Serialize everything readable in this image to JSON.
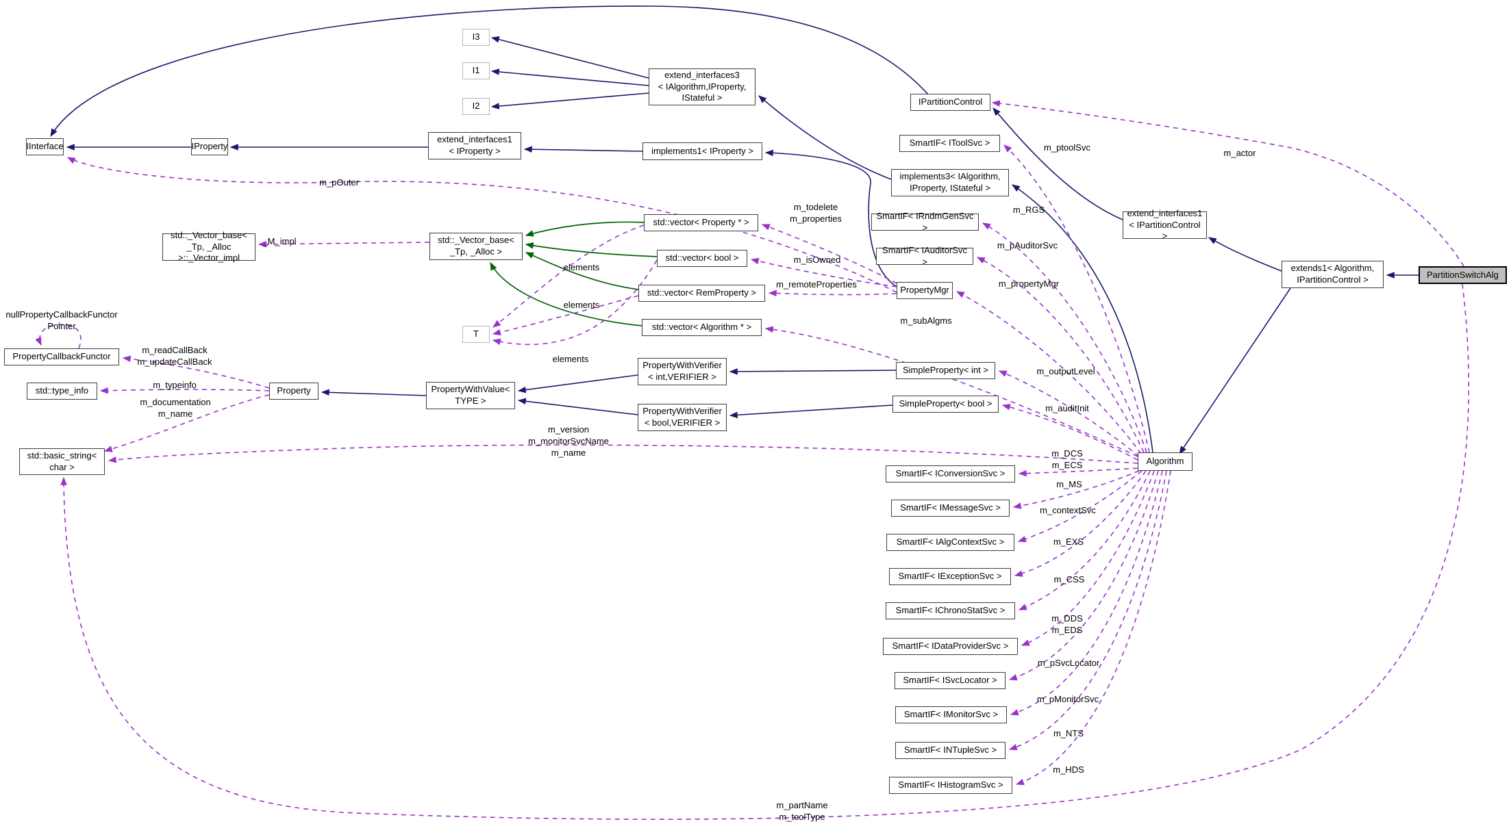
{
  "diagram": {
    "type": "doxygen-collaboration-graph",
    "highlighted_node": "PartitionSwitchAlg",
    "colors": {
      "inheritance_edge": "#191970",
      "usage_edge": "#9a32cd",
      "template_edge": "#006400",
      "node_fill": "#ffffff",
      "node_border": "#3c3c3c",
      "secondary_node_border": "#b4b4b4",
      "highlight_fill": "#bfbfbf"
    },
    "nodes": [
      {
        "id": "iinterface",
        "label": "IInterface"
      },
      {
        "id": "iproperty",
        "label": "IProperty"
      },
      {
        "id": "extend-interfaces1-iproperty",
        "label": "extend_interfaces1\n< IProperty >"
      },
      {
        "id": "implements1-iproperty",
        "label": "implements1< IProperty >"
      },
      {
        "id": "i3",
        "label": "I3"
      },
      {
        "id": "i1",
        "label": "I1"
      },
      {
        "id": "i2",
        "label": "I2"
      },
      {
        "id": "extend-interfaces3",
        "label": "extend_interfaces3\n< IAlgorithm,IProperty,\nIStateful >"
      },
      {
        "id": "ipartitioncontrol",
        "label": "IPartitionControl"
      },
      {
        "id": "smartif-itoolsvc",
        "label": "SmartIF< IToolSvc >"
      },
      {
        "id": "implements3",
        "label": "implements3< IAlgorithm,\nIProperty, IStateful >"
      },
      {
        "id": "smartif-irndmgensvc",
        "label": "SmartIF< IRndmGenSvc >"
      },
      {
        "id": "smartif-iauditorsvc",
        "label": "SmartIF< IAuditorSvc >"
      },
      {
        "id": "propertymgr",
        "label": "PropertyMgr"
      },
      {
        "id": "extend-interfaces1-ipartitioncontrol",
        "label": "extend_interfaces1\n< IPartitionControl >"
      },
      {
        "id": "extends1",
        "label": "extends1< Algorithm,\nIPartitionControl >"
      },
      {
        "id": "partitionswitchalg",
        "label": "PartitionSwitchAlg"
      },
      {
        "id": "vector-base-impl",
        "label": "std::_Vector_base<\n_Tp, _Alloc >::_Vector_impl"
      },
      {
        "id": "vector-base",
        "label": "std::_Vector_base<\n_Tp, _Alloc >"
      },
      {
        "id": "vector-property",
        "label": "std::vector< Property * >"
      },
      {
        "id": "vector-bool",
        "label": "std::vector< bool >"
      },
      {
        "id": "vector-remproperty",
        "label": "std::vector< RemProperty >"
      },
      {
        "id": "vector-algorithm",
        "label": "std::vector< Algorithm * >"
      },
      {
        "id": "t",
        "label": "T"
      },
      {
        "id": "propertycallbackfunctor",
        "label": "PropertyCallbackFunctor"
      },
      {
        "id": "type-info",
        "label": "std::type_info"
      },
      {
        "id": "property",
        "label": "Property"
      },
      {
        "id": "basic-string",
        "label": "std::basic_string<\nchar >"
      },
      {
        "id": "propertywithvalue",
        "label": "PropertyWithValue<\nTYPE >"
      },
      {
        "id": "propertywithverifier-int",
        "label": "PropertyWithVerifier\n< int,VERIFIER >"
      },
      {
        "id": "propertywithverifier-bool",
        "label": "PropertyWithVerifier\n< bool,VERIFIER >"
      },
      {
        "id": "simpleproperty-int",
        "label": "SimpleProperty< int >"
      },
      {
        "id": "simpleproperty-bool",
        "label": "SimpleProperty< bool >"
      },
      {
        "id": "algorithm",
        "label": "Algorithm"
      },
      {
        "id": "smartif-iconversionsvc",
        "label": "SmartIF< IConversionSvc >"
      },
      {
        "id": "smartif-imessagesvc",
        "label": "SmartIF< IMessageSvc >"
      },
      {
        "id": "smartif-ialgcontextsvc",
        "label": "SmartIF< IAlgContextSvc >"
      },
      {
        "id": "smartif-iexceptionsvc",
        "label": "SmartIF< IExceptionSvc >"
      },
      {
        "id": "smartif-ichronostatsvc",
        "label": "SmartIF< IChronoStatSvc >"
      },
      {
        "id": "smartif-idataprovidersvc",
        "label": "SmartIF< IDataProviderSvc >"
      },
      {
        "id": "smartif-isvclocator",
        "label": "SmartIF< ISvcLocator >"
      },
      {
        "id": "smartif-imonitorsvc",
        "label": "SmartIF< IMonitorSvc >"
      },
      {
        "id": "smartif-intuplesvc",
        "label": "SmartIF< INTupleSvc >"
      },
      {
        "id": "smartif-ihistogramsvc",
        "label": "SmartIF< IHistogramSvc >"
      }
    ],
    "edge_labels": [
      {
        "text": "m_pOuter"
      },
      {
        "text": "_M_impl"
      },
      {
        "text": "m_todelete\nm_properties"
      },
      {
        "text": "m_isOwned"
      },
      {
        "text": "m_remoteProperties"
      },
      {
        "text": "m_subAlgms"
      },
      {
        "text": "m_ptoolSvc"
      },
      {
        "text": "m_RGS"
      },
      {
        "text": "m_pAuditorSvc"
      },
      {
        "text": "m_propertyMgr"
      },
      {
        "text": "m_actor"
      },
      {
        "text": "m_outputLevel"
      },
      {
        "text": "m_auditInit"
      },
      {
        "text": "m_version\nm_monitorSvcName\nm_name"
      },
      {
        "text": "m_readCallBack\nm_updateCallBack"
      },
      {
        "text": "m_typeinfo"
      },
      {
        "text": "m_documentation\nm_name"
      },
      {
        "text": "m_DCS\nm_ECS"
      },
      {
        "text": "m_MS"
      },
      {
        "text": "m_contextSvc"
      },
      {
        "text": "m_EXS"
      },
      {
        "text": "m_CSS"
      },
      {
        "text": "m_DDS\nm_EDS"
      },
      {
        "text": "m_pSvcLocator"
      },
      {
        "text": "m_pMonitorSvc"
      },
      {
        "text": "m_NTS"
      },
      {
        "text": "m_HDS"
      },
      {
        "text": "m_partName\nm_toolType"
      },
      {
        "text": "elements"
      },
      {
        "text": "elements"
      },
      {
        "text": "elements"
      },
      {
        "text": "nullPropertyCallbackFunctor\nPointer"
      }
    ]
  }
}
